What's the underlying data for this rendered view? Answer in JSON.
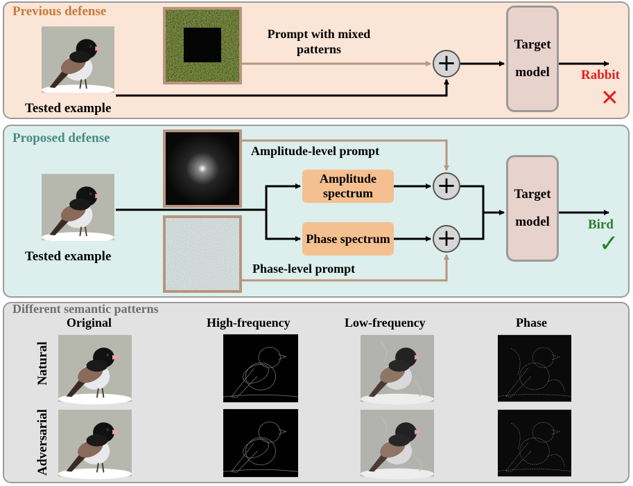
{
  "previous": {
    "title": "Previous defense",
    "tested_example": "Tested example",
    "prompt_label": "Prompt with mixed patterns",
    "model_label": "Target model",
    "output": "Rabbit",
    "output_mark": "✕"
  },
  "proposed": {
    "title": "Proposed defense",
    "tested_example": "Tested example",
    "amplitude_prompt": "Amplitude-level prompt",
    "phase_prompt": "Phase-level prompt",
    "amplitude_box": "Amplitude spectrum",
    "phase_box": "Phase spectrum",
    "model_label": "Target model",
    "output": "Bird",
    "output_mark": "✓"
  },
  "semantic": {
    "title": "Different semantic patterns",
    "columns": [
      "Original",
      "High-frequency",
      "Low-frequency",
      "Phase"
    ],
    "rows": [
      "Natural",
      "Adversarial"
    ]
  },
  "colors": {
    "previous_title": "#c77a3a",
    "proposed_title": "#4a8a86",
    "semantic_title": "#6e6e6e",
    "wrong": "#e02020",
    "right": "#2e7d32",
    "prompt_arrow": "#b8957e",
    "spectrum_box": "#f4c08f"
  }
}
